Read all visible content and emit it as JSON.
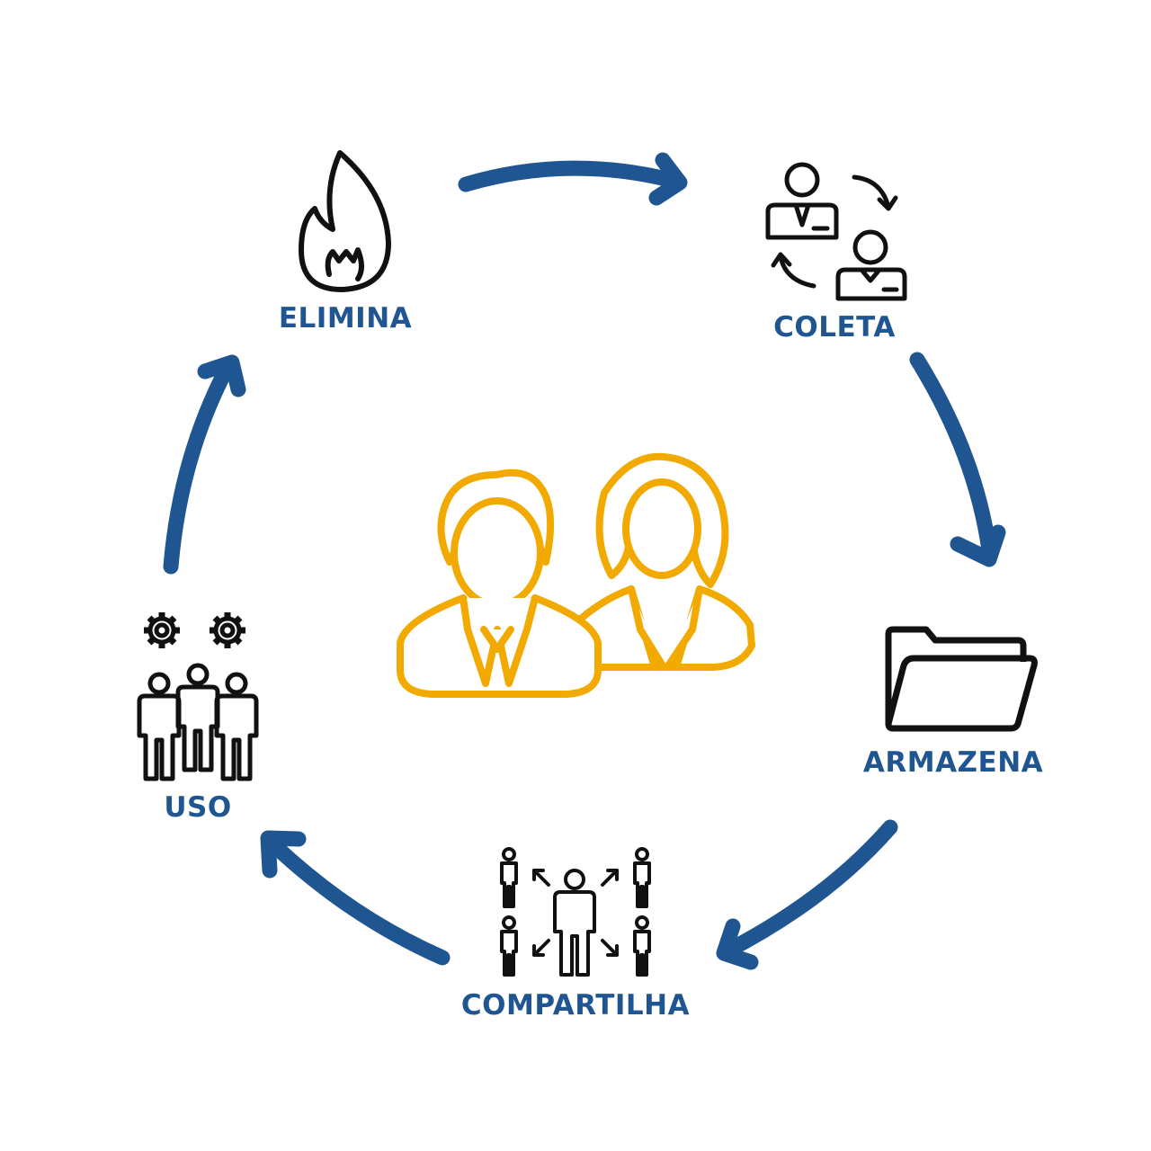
{
  "colors": {
    "arrow": "#1f5591",
    "label": "#1f5591",
    "center_icon": "#f2a900",
    "stage_icon": "#111111"
  },
  "center": {
    "icon": "users-icon"
  },
  "stages": [
    {
      "label": "ELIMINA",
      "icon": "fire-icon"
    },
    {
      "label": "COLETA",
      "icon": "user-exchange-icon"
    },
    {
      "label": "ARMAZENA",
      "icon": "folder-icon"
    },
    {
      "label": "COMPARTILHA",
      "icon": "share-network-icon"
    },
    {
      "label": "USO",
      "icon": "team-gears-icon"
    }
  ]
}
